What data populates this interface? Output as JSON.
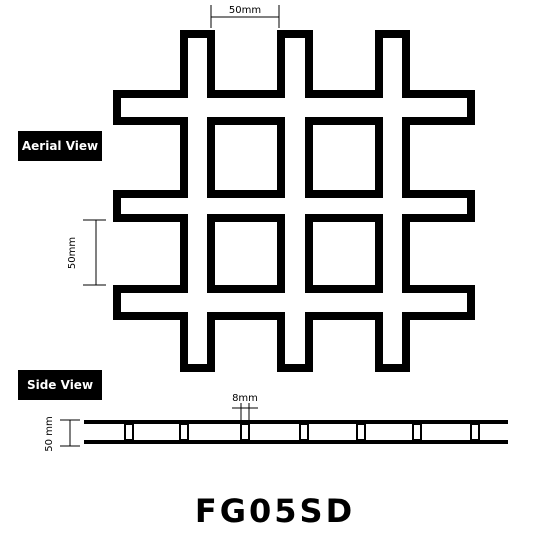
{
  "labels": {
    "aerial_view": "Aerial View",
    "side_view": "Side View"
  },
  "dimensions": {
    "top_width": "50mm",
    "left_height": "50mm",
    "bar_thickness": "8mm",
    "side_height": "50 mm"
  },
  "product_code": "FG05SD",
  "colors": {
    "ink": "#000000",
    "paper": "#ffffff"
  }
}
